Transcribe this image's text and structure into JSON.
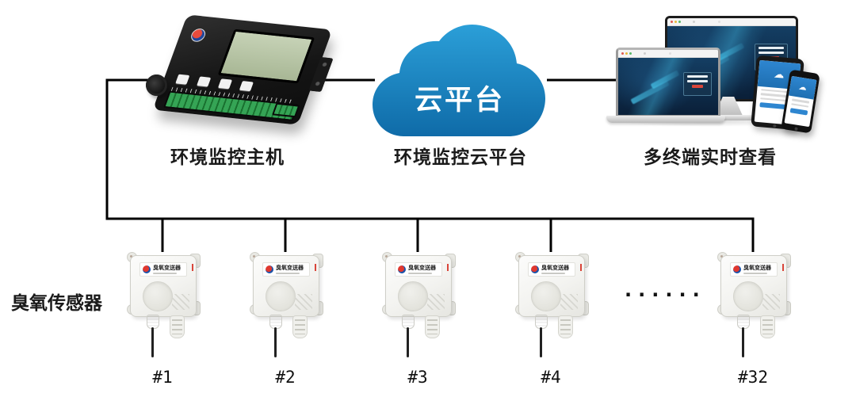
{
  "diagram": {
    "host": {
      "label": "环境监控主机"
    },
    "cloud": {
      "badge": "云平台",
      "label": "环境监控云平台"
    },
    "terminals": {
      "label": "多终端实时查看"
    },
    "sensors": {
      "group_label": "臭氧传感器",
      "device_label": "臭氧变送器",
      "ellipsis": "······",
      "items": [
        {
          "id": "#1"
        },
        {
          "id": "#2"
        },
        {
          "id": "#3"
        },
        {
          "id": "#4"
        },
        {
          "id": "#32"
        }
      ]
    }
  },
  "colors": {
    "wire": "#000000",
    "label_text": "#1a1a1a",
    "cloud_top": "#2b9fd8",
    "cloud_bottom": "#0f6ba8",
    "cloud_text": "#ffffff",
    "screen_navy_top": "#143e63",
    "screen_navy_bottom": "#0a1f38",
    "glow_cyan": "#45c2e8",
    "device_frame": "#1c1c1c",
    "lcd_green": "#b9c7a7",
    "terminal_green": "#35a455",
    "sensor_body": "#f3f3f0",
    "sensor_edge": "#cfcfc8",
    "app_blue": "#2e86d0",
    "alert_red": "#d9453a"
  }
}
